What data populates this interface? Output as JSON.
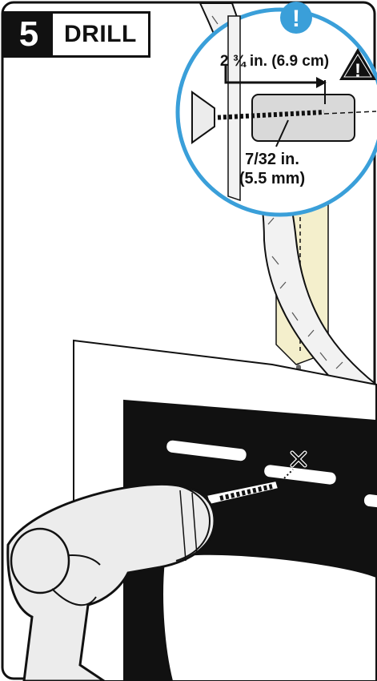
{
  "step": {
    "number": "5",
    "title": "DRILL"
  },
  "callout": {
    "depth_label": "2 ¾ in. (6.9 cm)",
    "bit_label_line1": "7/32 in.",
    "bit_label_line2": "(5.5 mm)",
    "info_symbol": "!",
    "warning_symbol": "!"
  },
  "colors": {
    "outline": "#111111",
    "callout_ring": "#3a9fd9",
    "wall_tint": "#f4efcc",
    "plate": "#111111"
  },
  "icons": [
    "info-icon",
    "warning-icon",
    "drill-icon",
    "drill-bit-icon",
    "mark-x-icon"
  ]
}
